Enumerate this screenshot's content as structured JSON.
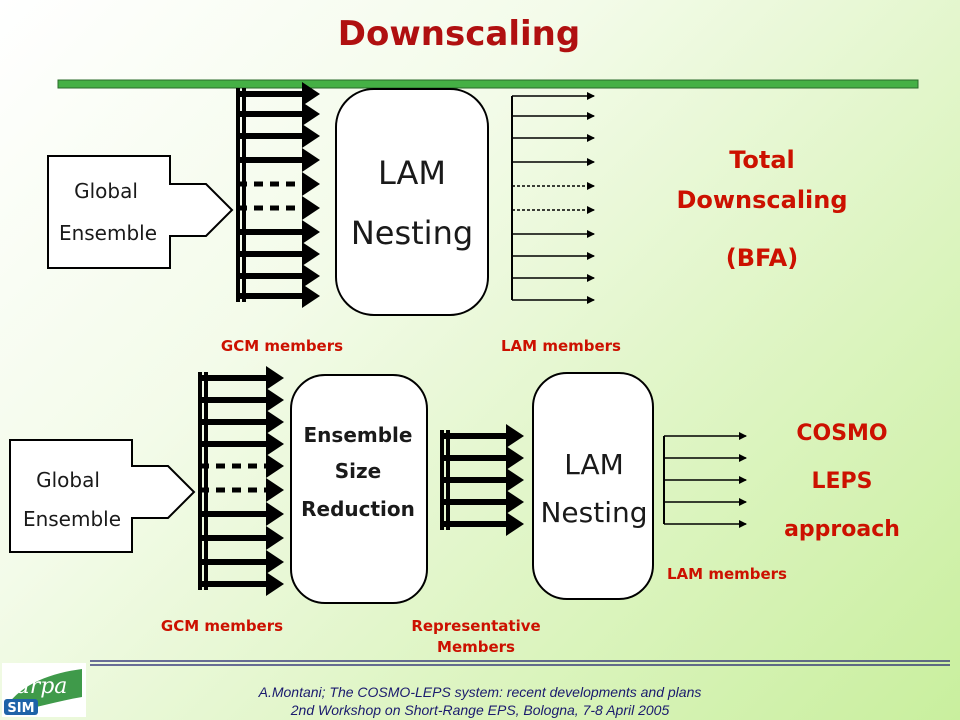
{
  "title": "Downscaling",
  "top": {
    "global_ensemble_line1": "Global",
    "global_ensemble_line2": "Ensemble",
    "lam_line1": "LAM",
    "lam_line2": "Nesting",
    "gcm_members": "GCM members",
    "lam_members": "LAM members",
    "approach_line1": "Total",
    "approach_line2": "Downscaling",
    "approach_line3": "(BFA)"
  },
  "bottom": {
    "global_ensemble_line1": "Global",
    "global_ensemble_line2": "Ensemble",
    "esr_line1": "Ensemble",
    "esr_line2": "Size",
    "esr_line3": "Reduction",
    "lam_line1": "LAM",
    "lam_line2": "Nesting",
    "gcm_members": "GCM members",
    "representative_line1": "Representative",
    "representative_line2": "Members",
    "lam_members": "LAM members",
    "approach_line1": "COSMO",
    "approach_line2": "LEPS",
    "approach_line3": "approach"
  },
  "footer": {
    "line1": "A.Montani; The COSMO-LEPS system: recent developments and plans",
    "line2": "2nd Workshop on Short-Range EPS, Bologna, 7-8 April 2005"
  },
  "logo": {
    "text_top": "arpa",
    "text_bottom": "SIM"
  },
  "colors": {
    "title": "#b01010",
    "accent_text": "#cc1100",
    "divider": "#3a9a3a",
    "label_dark": "#1a1a1a",
    "footer": "#1a1a6e"
  }
}
